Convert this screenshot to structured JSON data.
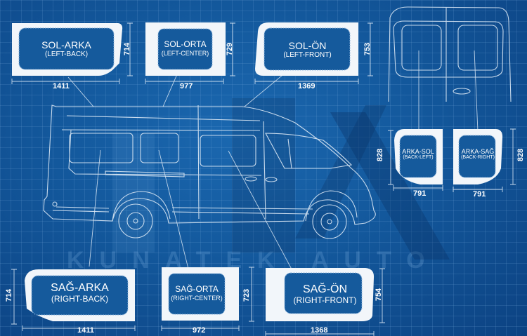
{
  "watermark": {
    "text": "KUNATEK AUTO"
  },
  "colors": {
    "background": "#13589c",
    "grid": "#78aadc",
    "glass": "#f2f6fa",
    "glass_inner": "#155a9c",
    "line": "#dbe8f5"
  },
  "glasses": [
    {
      "id": "sol-arka",
      "name": "SOL-ARKA",
      "english": "(LEFT-BACK)",
      "width_mm": "1411",
      "height_mm": "714",
      "row": "top"
    },
    {
      "id": "sol-orta",
      "name": "SOL-ORTA",
      "english": "(LEFT-CENTER)",
      "width_mm": "977",
      "height_mm": "729",
      "row": "top"
    },
    {
      "id": "sol-on",
      "name": "SOL-ÖN",
      "english": "(LEFT-FRONT)",
      "width_mm": "1369",
      "height_mm": "753",
      "row": "top"
    },
    {
      "id": "arka-sol",
      "name": "ARKA-SOL",
      "english": "(BACK-LEFT)",
      "width_mm": "791",
      "height_mm": "828",
      "row": "right"
    },
    {
      "id": "arka-sag",
      "name": "ARKA-SAĞ",
      "english": "(BACK-RIGHT)",
      "width_mm": "791",
      "height_mm": "828",
      "row": "right"
    },
    {
      "id": "sag-arka",
      "name": "SAĞ-ARKA",
      "english": "(RIGHT-BACK)",
      "width_mm": "1411",
      "height_mm": "714",
      "row": "bottom"
    },
    {
      "id": "sag-orta",
      "name": "SAĞ-ORTA",
      "english": "(RIGHT-CENTER)",
      "width_mm": "972",
      "height_mm": "723",
      "row": "bottom"
    },
    {
      "id": "sag-on",
      "name": "SAĞ-ÖN",
      "english": "(RIGHT-FRONT)",
      "width_mm": "1368",
      "height_mm": "754",
      "row": "bottom"
    }
  ],
  "drawings": [
    {
      "id": "van-side-view",
      "description": "side view outline of high-roof passenger van"
    },
    {
      "id": "van-rear-view",
      "description": "rear view outline of van with two back door windows"
    }
  ]
}
